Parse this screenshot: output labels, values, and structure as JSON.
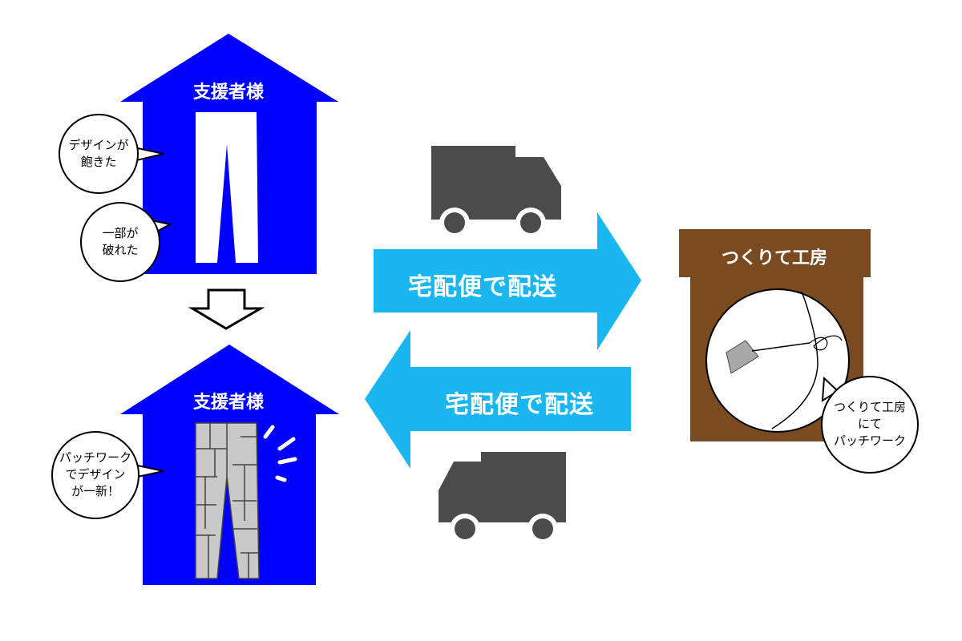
{
  "top_house": {
    "title": "支援者様",
    "bubble_design": [
      "デザインが",
      "飽きた"
    ],
    "bubble_torn": [
      "一部が",
      "破れた"
    ]
  },
  "bottom_house": {
    "title": "支援者様",
    "bubble_patchwork": [
      "パッチワーク",
      "でデザイン",
      "が一新！"
    ]
  },
  "arrow_right": {
    "label": "宅配便で配送"
  },
  "arrow_left": {
    "label": "宅配便で配送"
  },
  "workshop": {
    "title": "つくりて工房",
    "bubble": [
      "つくりて工房",
      "にて",
      "パッチワーク"
    ]
  },
  "colors": {
    "house_blue": "#0000ff",
    "arrow_cyan": "#1ab6ef",
    "workshop_brown": "#7a4a21",
    "truck_gray": "#4b4b4b",
    "patch_gray": "#c9c9c9"
  }
}
